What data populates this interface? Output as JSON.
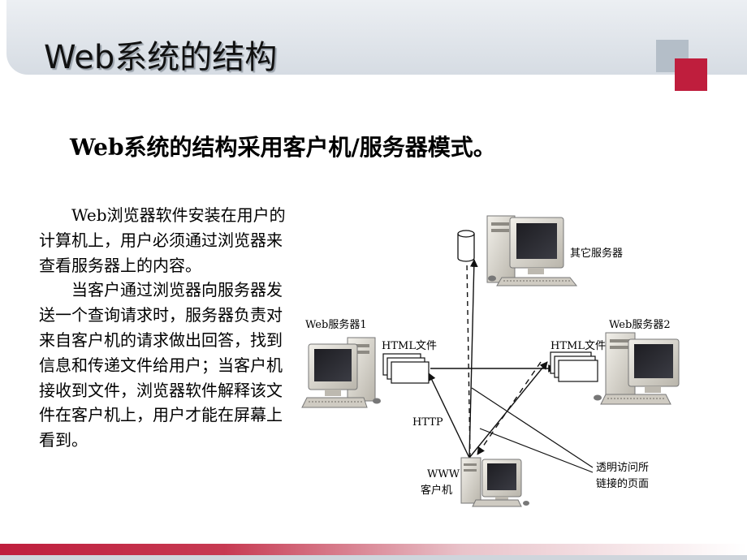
{
  "slide": {
    "title": "Web系统的结构",
    "subtitle": "Web系统的结构采用客户机/服务器模式。",
    "paragraphs": [
      "Web浏览器软件安装在用户的计算机上，用户必须通过浏览器来查看服务器上的内容。",
      "当客户通过浏览器向服务器发送一个查询请求时，服务器负责对来自客户机的请求做出回答，找到信息和传递文件给用户；当客户机接收到文件，浏览器软件解释该文件在客户机上，用户才能在屏幕上看到。"
    ]
  },
  "diagram": {
    "other_server": "其它服务器",
    "web_server_1": "Web服务器1",
    "web_server_2": "Web服务器2",
    "html_file_1": "HTML文件",
    "html_file_2": "HTML文件",
    "http": "HTTP",
    "client_www": "WWW",
    "client": "客户机",
    "annotation_line1": "透明访问所",
    "annotation_line2": "链接的页面"
  },
  "colors": {
    "accent_red": "#bf1e3d",
    "accent_gray": "#b4bec8"
  }
}
